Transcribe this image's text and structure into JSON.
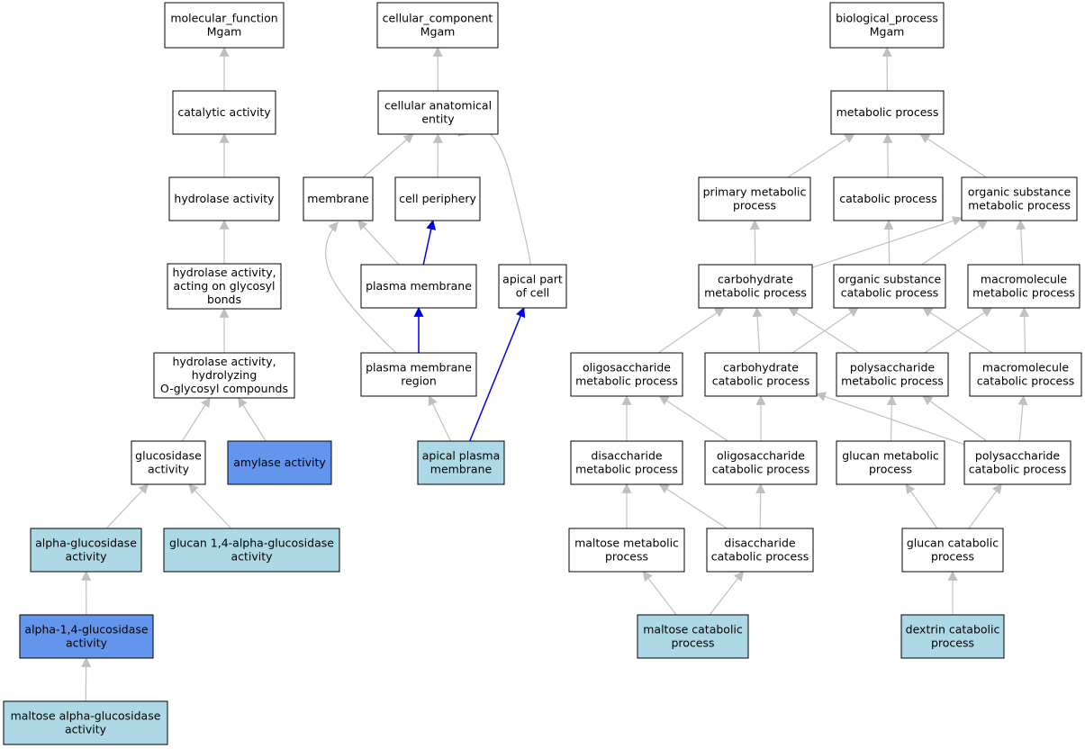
{
  "colors": {
    "plain": "#ffffff",
    "light": "#add8e6",
    "dark": "#6495ed",
    "edge_gray": "#c0c0c0",
    "edge_blue": "#0000ee",
    "border": "#000000"
  },
  "nodes": [
    {
      "id": "mf_root",
      "lines": [
        "molecular_function",
        "Mgam"
      ],
      "style": "plain"
    },
    {
      "id": "catalytic",
      "lines": [
        "catalytic activity"
      ],
      "style": "plain"
    },
    {
      "id": "hydrolase",
      "lines": [
        "hydrolase activity"
      ],
      "style": "plain"
    },
    {
      "id": "hyd_glycosyl",
      "lines": [
        "hydrolase activity,",
        "acting on glycosyl",
        "bonds"
      ],
      "style": "plain"
    },
    {
      "id": "hyd_oglycosyl",
      "lines": [
        "hydrolase activity,",
        "hydrolyzing",
        "O-glycosyl compounds"
      ],
      "style": "plain"
    },
    {
      "id": "glucosidase",
      "lines": [
        "glucosidase",
        "activity"
      ],
      "style": "plain"
    },
    {
      "id": "amylase",
      "lines": [
        "amylase activity"
      ],
      "style": "dark"
    },
    {
      "id": "alpha_gluc",
      "lines": [
        "alpha-glucosidase",
        "activity"
      ],
      "style": "light"
    },
    {
      "id": "glucan14",
      "lines": [
        "glucan 1,4-alpha-glucosidase",
        "activity"
      ],
      "style": "light"
    },
    {
      "id": "alpha14",
      "lines": [
        "alpha-1,4-glucosidase",
        "activity"
      ],
      "style": "dark"
    },
    {
      "id": "maltose_ag",
      "lines": [
        "maltose alpha-glucosidase",
        "activity"
      ],
      "style": "light"
    },
    {
      "id": "cc_root",
      "lines": [
        "cellular_component",
        "Mgam"
      ],
      "style": "plain"
    },
    {
      "id": "cae",
      "lines": [
        "cellular anatomical",
        "entity"
      ],
      "style": "plain"
    },
    {
      "id": "membrane",
      "lines": [
        "membrane"
      ],
      "style": "plain"
    },
    {
      "id": "cell_periphery",
      "lines": [
        "cell periphery"
      ],
      "style": "plain"
    },
    {
      "id": "plasma_membrane",
      "lines": [
        "plasma membrane"
      ],
      "style": "plain"
    },
    {
      "id": "apical_part",
      "lines": [
        "apical part",
        "of cell"
      ],
      "style": "plain"
    },
    {
      "id": "pm_region",
      "lines": [
        "plasma membrane",
        "region"
      ],
      "style": "plain"
    },
    {
      "id": "apical_pm",
      "lines": [
        "apical plasma",
        "membrane"
      ],
      "style": "light"
    },
    {
      "id": "bp_root",
      "lines": [
        "biological_process",
        "Mgam"
      ],
      "style": "plain"
    },
    {
      "id": "metabolic",
      "lines": [
        "metabolic process"
      ],
      "style": "plain"
    },
    {
      "id": "primary_met",
      "lines": [
        "primary metabolic",
        "process"
      ],
      "style": "plain"
    },
    {
      "id": "catabolic",
      "lines": [
        "catabolic process"
      ],
      "style": "plain"
    },
    {
      "id": "org_sub_met",
      "lines": [
        "organic substance",
        "metabolic process"
      ],
      "style": "plain"
    },
    {
      "id": "carb_met",
      "lines": [
        "carbohydrate",
        "metabolic process"
      ],
      "style": "plain"
    },
    {
      "id": "org_sub_cat",
      "lines": [
        "organic substance",
        "catabolic process"
      ],
      "style": "plain"
    },
    {
      "id": "macro_met",
      "lines": [
        "macromolecule",
        "metabolic process"
      ],
      "style": "plain"
    },
    {
      "id": "oligo_met",
      "lines": [
        "oligosaccharide",
        "metabolic process"
      ],
      "style": "plain"
    },
    {
      "id": "carb_cat",
      "lines": [
        "carbohydrate",
        "catabolic process"
      ],
      "style": "plain"
    },
    {
      "id": "poly_met",
      "lines": [
        "polysaccharide",
        "metabolic process"
      ],
      "style": "plain"
    },
    {
      "id": "macro_cat",
      "lines": [
        "macromolecule",
        "catabolic process"
      ],
      "style": "plain"
    },
    {
      "id": "disac_met",
      "lines": [
        "disaccharide",
        "metabolic process"
      ],
      "style": "plain"
    },
    {
      "id": "oligo_cat",
      "lines": [
        "oligosaccharide",
        "catabolic process"
      ],
      "style": "plain"
    },
    {
      "id": "glucan_met",
      "lines": [
        "glucan metabolic",
        "process"
      ],
      "style": "plain"
    },
    {
      "id": "poly_cat",
      "lines": [
        "polysaccharide",
        "catabolic process"
      ],
      "style": "plain"
    },
    {
      "id": "maltose_met",
      "lines": [
        "maltose metabolic",
        "process"
      ],
      "style": "plain"
    },
    {
      "id": "disac_cat",
      "lines": [
        "disaccharide",
        "catabolic process"
      ],
      "style": "plain"
    },
    {
      "id": "glucan_cat",
      "lines": [
        "glucan catabolic",
        "process"
      ],
      "style": "plain"
    },
    {
      "id": "maltose_cat",
      "lines": [
        "maltose catabolic",
        "process"
      ],
      "style": "light"
    },
    {
      "id": "dextrin_cat",
      "lines": [
        "dextrin catabolic",
        "process"
      ],
      "style": "light"
    }
  ],
  "edges": [
    {
      "from": "catalytic",
      "to": "mf_root",
      "color": "gray"
    },
    {
      "from": "hydrolase",
      "to": "catalytic",
      "color": "gray"
    },
    {
      "from": "hyd_glycosyl",
      "to": "hydrolase",
      "color": "gray"
    },
    {
      "from": "hyd_oglycosyl",
      "to": "hyd_glycosyl",
      "color": "gray"
    },
    {
      "from": "glucosidase",
      "to": "hyd_oglycosyl",
      "color": "gray"
    },
    {
      "from": "amylase",
      "to": "hyd_oglycosyl",
      "color": "gray"
    },
    {
      "from": "alpha_gluc",
      "to": "glucosidase",
      "color": "gray"
    },
    {
      "from": "glucan14",
      "to": "glucosidase",
      "color": "gray"
    },
    {
      "from": "alpha14",
      "to": "alpha_gluc",
      "color": "gray"
    },
    {
      "from": "maltose_ag",
      "to": "alpha14",
      "color": "gray"
    },
    {
      "from": "cae",
      "to": "cc_root",
      "color": "gray"
    },
    {
      "from": "membrane",
      "to": "cae",
      "color": "gray"
    },
    {
      "from": "cell_periphery",
      "to": "cae",
      "color": "gray"
    },
    {
      "from": "apical_part",
      "to": "cae",
      "color": "gray"
    },
    {
      "from": "plasma_membrane",
      "to": "membrane",
      "color": "gray"
    },
    {
      "from": "plasma_membrane",
      "to": "cell_periphery",
      "color": "blue"
    },
    {
      "from": "pm_region",
      "to": "plasma_membrane",
      "color": "blue"
    },
    {
      "from": "pm_region",
      "to": "membrane",
      "color": "gray"
    },
    {
      "from": "apical_pm",
      "to": "pm_region",
      "color": "gray"
    },
    {
      "from": "apical_pm",
      "to": "apical_part",
      "color": "blue"
    },
    {
      "from": "metabolic",
      "to": "bp_root",
      "color": "gray"
    },
    {
      "from": "primary_met",
      "to": "metabolic",
      "color": "gray"
    },
    {
      "from": "catabolic",
      "to": "metabolic",
      "color": "gray"
    },
    {
      "from": "org_sub_met",
      "to": "metabolic",
      "color": "gray"
    },
    {
      "from": "carb_met",
      "to": "primary_met",
      "color": "gray"
    },
    {
      "from": "carb_met",
      "to": "org_sub_met",
      "color": "gray"
    },
    {
      "from": "org_sub_cat",
      "to": "catabolic",
      "color": "gray"
    },
    {
      "from": "org_sub_cat",
      "to": "org_sub_met",
      "color": "gray"
    },
    {
      "from": "macro_met",
      "to": "org_sub_met",
      "color": "gray"
    },
    {
      "from": "oligo_met",
      "to": "carb_met",
      "color": "gray"
    },
    {
      "from": "carb_cat",
      "to": "carb_met",
      "color": "gray"
    },
    {
      "from": "carb_cat",
      "to": "org_sub_cat",
      "color": "gray"
    },
    {
      "from": "poly_met",
      "to": "carb_met",
      "color": "gray"
    },
    {
      "from": "poly_met",
      "to": "macro_met",
      "color": "gray"
    },
    {
      "from": "macro_cat",
      "to": "org_sub_cat",
      "color": "gray"
    },
    {
      "from": "macro_cat",
      "to": "macro_met",
      "color": "gray"
    },
    {
      "from": "disac_met",
      "to": "oligo_met",
      "color": "gray"
    },
    {
      "from": "oligo_cat",
      "to": "oligo_met",
      "color": "gray"
    },
    {
      "from": "oligo_cat",
      "to": "carb_cat",
      "color": "gray"
    },
    {
      "from": "glucan_met",
      "to": "poly_met",
      "color": "gray"
    },
    {
      "from": "poly_cat",
      "to": "poly_met",
      "color": "gray"
    },
    {
      "from": "poly_cat",
      "to": "carb_cat",
      "color": "gray"
    },
    {
      "from": "poly_cat",
      "to": "macro_cat",
      "color": "gray"
    },
    {
      "from": "maltose_met",
      "to": "disac_met",
      "color": "gray"
    },
    {
      "from": "disac_cat",
      "to": "disac_met",
      "color": "gray"
    },
    {
      "from": "disac_cat",
      "to": "oligo_cat",
      "color": "gray"
    },
    {
      "from": "glucan_cat",
      "to": "glucan_met",
      "color": "gray"
    },
    {
      "from": "glucan_cat",
      "to": "poly_cat",
      "color": "gray"
    },
    {
      "from": "maltose_cat",
      "to": "maltose_met",
      "color": "gray"
    },
    {
      "from": "maltose_cat",
      "to": "disac_cat",
      "color": "gray"
    },
    {
      "from": "dextrin_cat",
      "to": "glucan_cat",
      "color": "gray"
    }
  ]
}
